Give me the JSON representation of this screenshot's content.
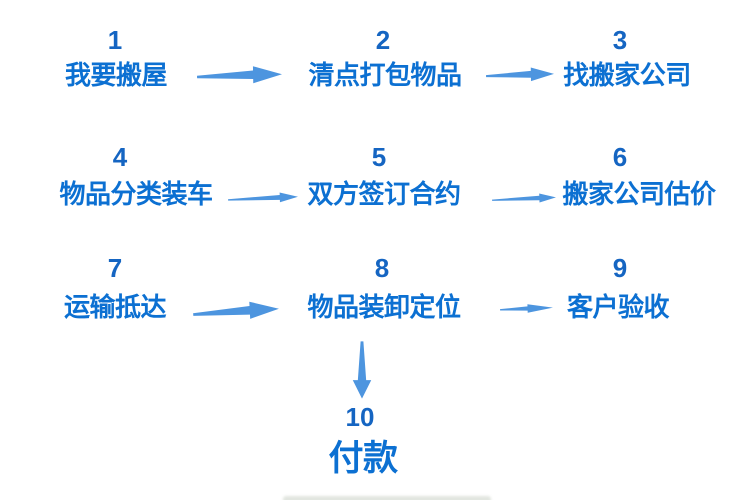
{
  "diagram": {
    "name": "moving-house-process-flowchart",
    "language": "zh"
  },
  "colors": {
    "number": "#1565c2",
    "label": "#0c70d2",
    "arrow": "#4d95df",
    "background": "#ffffff"
  },
  "steps": [
    {
      "num": "1",
      "label": "我要搬屋"
    },
    {
      "num": "2",
      "label": "清点打包物品"
    },
    {
      "num": "3",
      "label": "找搬家公司"
    },
    {
      "num": "4",
      "label": "物品分类装车"
    },
    {
      "num": "5",
      "label": "双方签订合约"
    },
    {
      "num": "6",
      "label": "搬家公司估价"
    },
    {
      "num": "7",
      "label": "运输抵达"
    },
    {
      "num": "8",
      "label": "物品装卸定位"
    },
    {
      "num": "9",
      "label": "客户验收"
    },
    {
      "num": "10",
      "label": "付款"
    }
  ],
  "arrows": [
    {
      "from": "1",
      "to": "2",
      "direction": "right"
    },
    {
      "from": "2",
      "to": "3",
      "direction": "right"
    },
    {
      "from": "4",
      "to": "5",
      "direction": "right"
    },
    {
      "from": "5",
      "to": "6",
      "direction": "right"
    },
    {
      "from": "7",
      "to": "8",
      "direction": "right"
    },
    {
      "from": "8",
      "to": "9",
      "direction": "right"
    },
    {
      "from": "8",
      "to": "10",
      "direction": "down"
    }
  ]
}
